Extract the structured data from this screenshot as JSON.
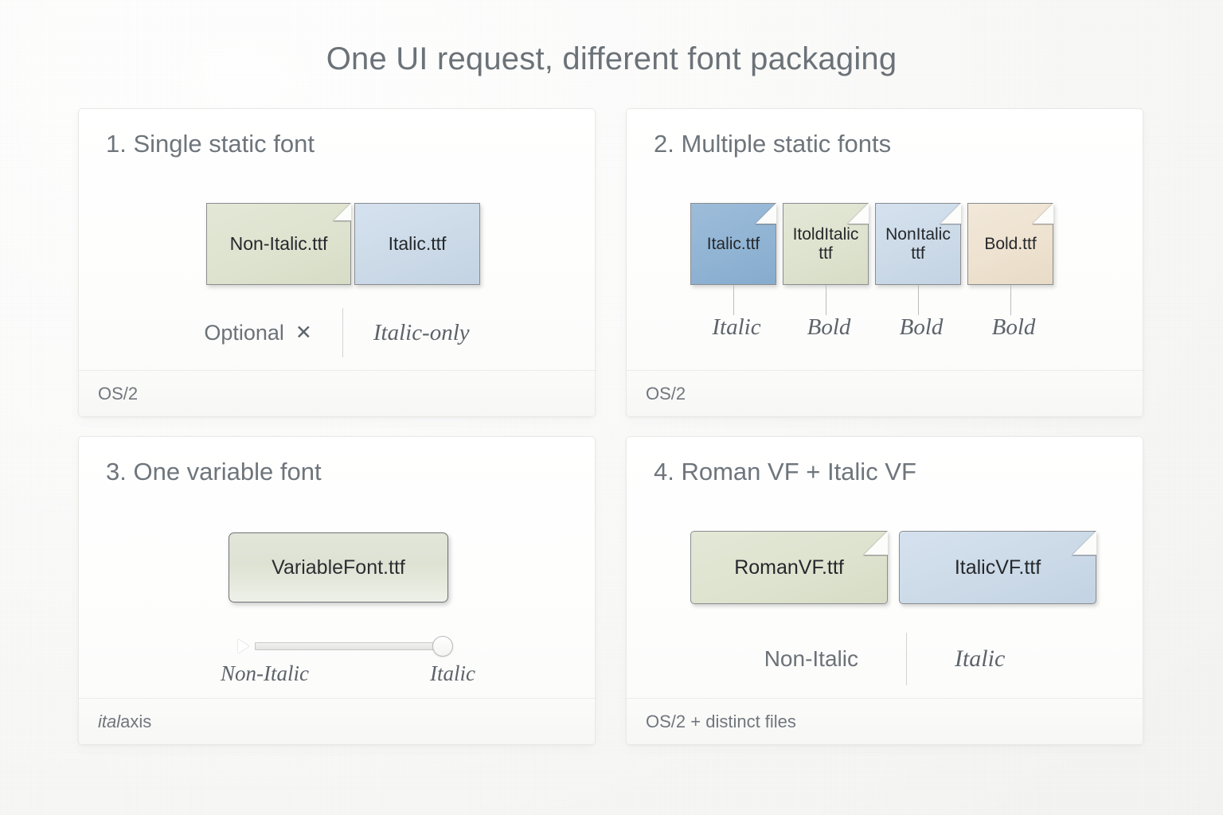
{
  "title": "One UI request, different font packaging",
  "panels": [
    {
      "heading": "1. Single static font",
      "cards": [
        {
          "label": "Non-Italic.ttf",
          "color": "green"
        },
        {
          "label": "Italic.ttf",
          "color": "blue"
        }
      ],
      "caption_left": "Optional",
      "caption_x_icon": "cross-icon",
      "caption_x": "✕",
      "caption_right": "Italic-only",
      "footer": "OS/2"
    },
    {
      "heading": "2. Multiple static fonts",
      "cards": [
        {
          "label": "Italic.ttf",
          "color": "blue-dark"
        },
        {
          "label": "ItoldItalic\nttf",
          "color": "green"
        },
        {
          "label": "NonItalic\nttf",
          "color": "blue"
        },
        {
          "label": "Bold.ttf",
          "color": "beige"
        }
      ],
      "connector_labels": [
        "Italic",
        "Bold",
        "Bold",
        "Bold"
      ],
      "footer": "OS/2"
    },
    {
      "heading": "3. One variable font",
      "card": {
        "label": "VariableFont.ttf",
        "color": "green"
      },
      "slider": {
        "left_label": "Non-Italic",
        "right_label": "Italic",
        "value_position": "right",
        "handle_icon": "slider-knob",
        "marker_icon": "play-triangle-icon"
      },
      "footer_italic": "ital",
      "footer_rest": " axis"
    },
    {
      "heading": "4. Roman VF + Italic VF",
      "cards": [
        {
          "label": "RomanVF.ttf",
          "color": "green"
        },
        {
          "label": "ItalicVF.ttf",
          "color": "blue"
        }
      ],
      "caption_left": "Non-Italic",
      "caption_right": "Italic",
      "footer": "OS/2 + distinct files"
    }
  ],
  "colors": {
    "green": "#dee3cf",
    "blue": "#ccdae8",
    "blue_dark": "#91b4d4",
    "beige": "#eee2d0",
    "text": "#6b7278",
    "background": "#f4f4f2"
  }
}
